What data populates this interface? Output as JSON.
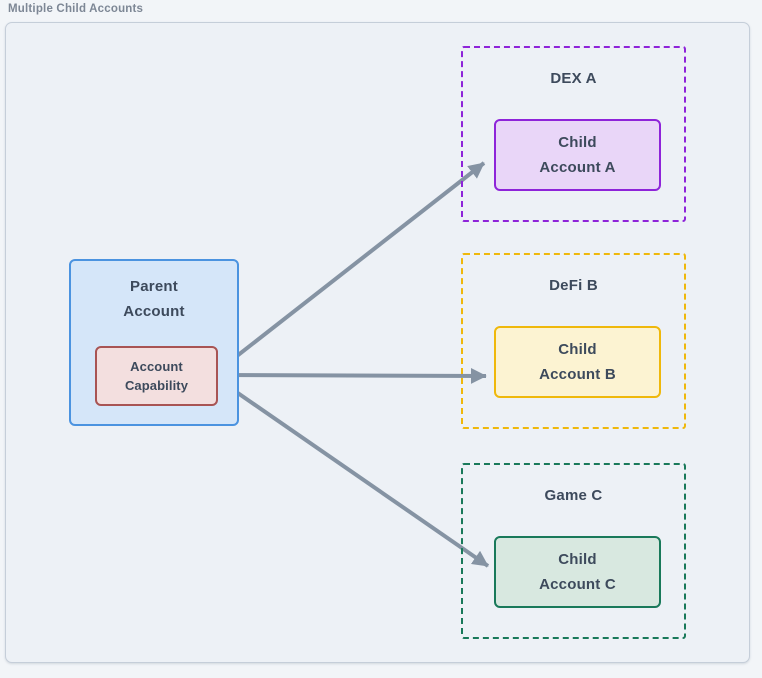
{
  "title": "Multiple Child Accounts",
  "parent": {
    "label": "Parent\nAccount",
    "capability_label": "Account\nCapability"
  },
  "groups": [
    {
      "label": "DEX A",
      "child_label": "Child\nAccount A"
    },
    {
      "label": "DeFi B",
      "child_label": "Child\nAccount B"
    },
    {
      "label": "Game C",
      "child_label": "Child\nAccount C"
    }
  ],
  "edges": [
    {
      "from": "Account Capability",
      "to": "Child Account A"
    },
    {
      "from": "Account Capability",
      "to": "Child Account B"
    },
    {
      "from": "Account Capability",
      "to": "Child Account C"
    }
  ],
  "colors": {
    "page_bg": "#f2f5f8",
    "canvas_bg": "#edf1f6",
    "canvas_border": "#c5ced9",
    "title_text": "#7d8795",
    "node_text": "#3d4a5c",
    "arrow": "#8593a3",
    "parent_fill": "#d5e6f9",
    "parent_border": "#4b93e0",
    "capability_fill": "#f3dfdf",
    "capability_border": "#a85454",
    "dex_accent": "#8e24d9",
    "dex_child_fill": "#e9d6f8",
    "defi_accent": "#efb80b",
    "defi_child_fill": "#fcf3d2",
    "game_accent": "#19795a",
    "game_child_fill": "#d8e8e0"
  }
}
